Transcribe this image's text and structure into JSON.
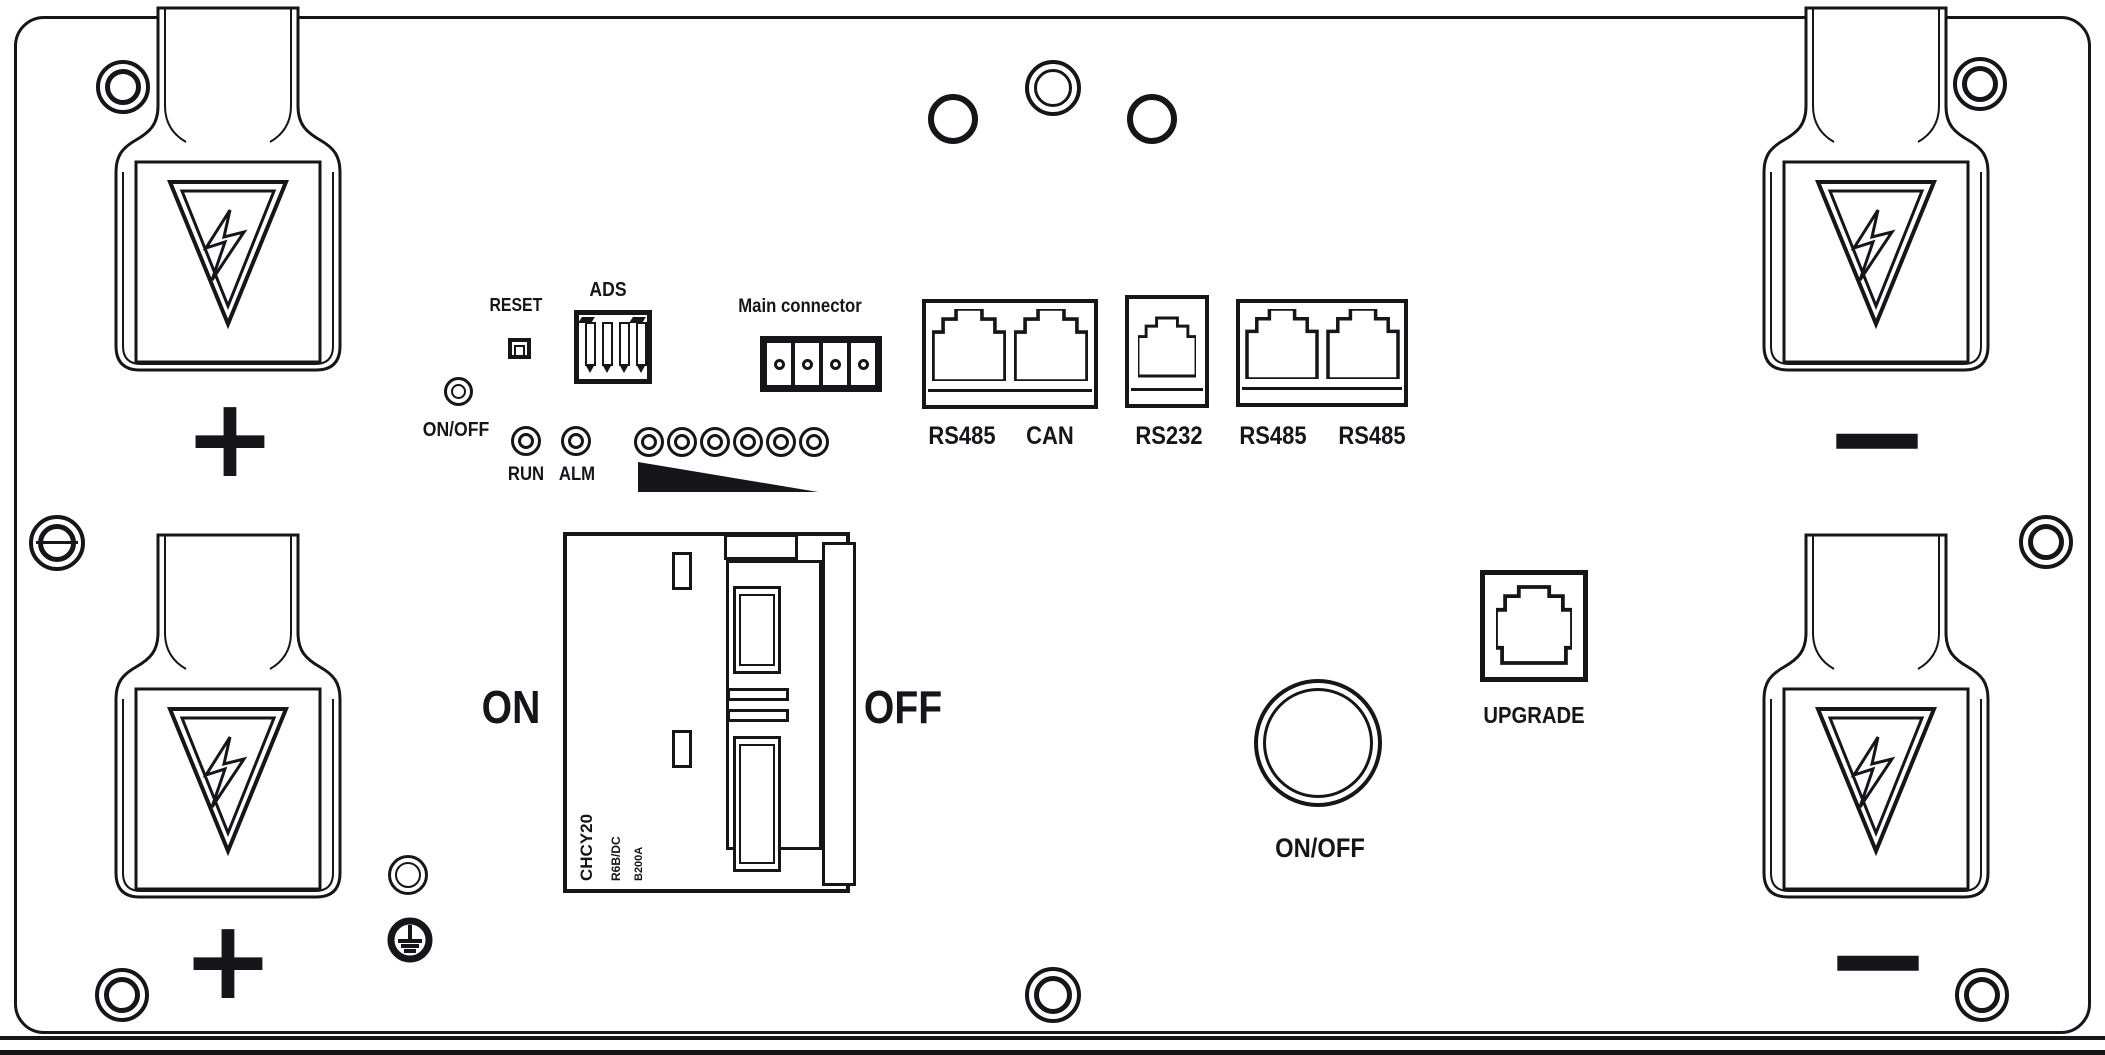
{
  "labels": {
    "reset": "RESET",
    "ads": "ADS",
    "main_connector": "Main connector",
    "power_pinhole": "ON/OFF",
    "run": "RUN",
    "alm": "ALM",
    "breaker_on": "ON",
    "breaker_off": "OFF",
    "power_button": "ON/OFF",
    "upgrade": "UPGRADE"
  },
  "ports": [
    "RS485",
    "CAN",
    "RS232",
    "RS485",
    "RS485"
  ],
  "breaker_markings": [
    "CHCY20",
    "R6B/DC",
    "B200A"
  ],
  "symbols": {
    "positive": "+",
    "negative": "−"
  },
  "icons": {
    "terminal_warning": "high-voltage-triangle-lightning",
    "ground": "protective-earth",
    "soc_wedge": "capacity-wedge"
  },
  "colors": {
    "line": "#15151a",
    "background": "#ffffff"
  }
}
